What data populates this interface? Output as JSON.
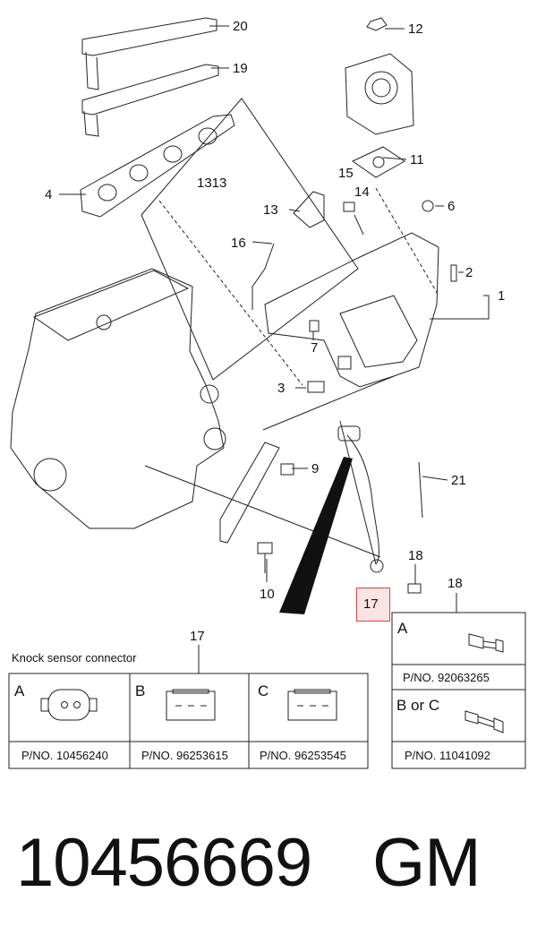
{
  "callouts": {
    "c20": "20",
    "c19": "19",
    "c12": "12",
    "c11": "11",
    "c4": "4",
    "c1313": "1313",
    "c15": "15",
    "c14": "14",
    "c13": "13",
    "c6": "6",
    "c16": "16",
    "c2": "2",
    "c1": "1",
    "c7": "7",
    "c3": "3",
    "c9": "9",
    "c21": "21",
    "c18a": "18",
    "c18b": "18",
    "c10": "10",
    "c17": "17",
    "c17b": "17"
  },
  "connector_table": {
    "title": "Knock sensor connector",
    "cells": [
      {
        "letter": "A",
        "part_no": "P/NO. 10456240"
      },
      {
        "letter": "B",
        "part_no": "P/NO. 96253615"
      },
      {
        "letter": "C",
        "part_no": "P/NO. 96253545"
      }
    ]
  },
  "bolt_table": {
    "cells": [
      {
        "letter": "A",
        "part_no": "P/NO. 92063265"
      },
      {
        "letter": "B or C",
        "part_no": "P/NO. 11041092"
      }
    ]
  },
  "footer": {
    "part_number": "10456669",
    "brand": "GM"
  },
  "colors": {
    "highlight_fill": "#fbe3e3",
    "highlight_border": "#d04a4a",
    "line": "#222222"
  }
}
